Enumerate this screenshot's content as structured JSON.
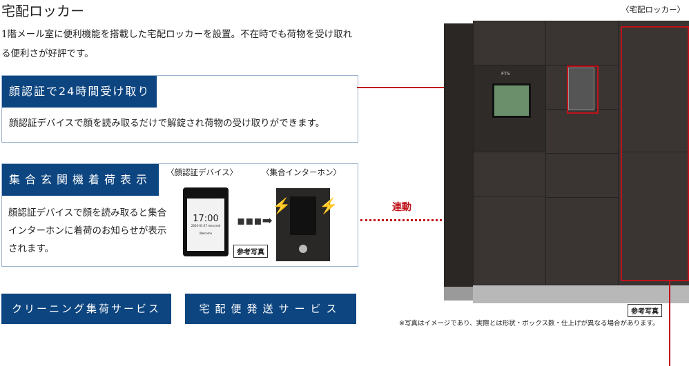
{
  "title": "宅配ロッカー",
  "intro": "1階メール室に便利機能を搭載した宅配ロッカーを設置。不在時でも荷物を受け取れる便利さが好評です。",
  "feature1": {
    "heading": "顔認証で24時間受け取り",
    "text": "顔認証デバイスで顔を読み取るだけで解錠され荷物の受け取りができます。"
  },
  "feature2": {
    "heading": "集合玄関機着荷表示",
    "text": "顔認証デバイスで顔を読み取ると集合インターホンに着荷のお知らせが表示されます。",
    "device_label": "〈顔認証デバイス〉",
    "intercom_label": "〈集合インターホン〉",
    "device_time": "17:00",
    "device_date": "2020-01-27 mercredi",
    "device_welcome": "Welcome",
    "ref_photo": "参考写真"
  },
  "link_label": "連動",
  "buttons": {
    "cleaning": "クリーニング集荷サービス",
    "shipping": "宅配便発送サービス"
  },
  "locker": {
    "label": "〈宅配ロッカー〉",
    "brand": "FTS",
    "ref_photo": "参考写真",
    "note": "※写真はイメージであり、実際とは形状・ボックス数・仕上げが異なる場合があります。"
  },
  "colors": {
    "navy": "#0d4580",
    "red": "#c0121a"
  }
}
